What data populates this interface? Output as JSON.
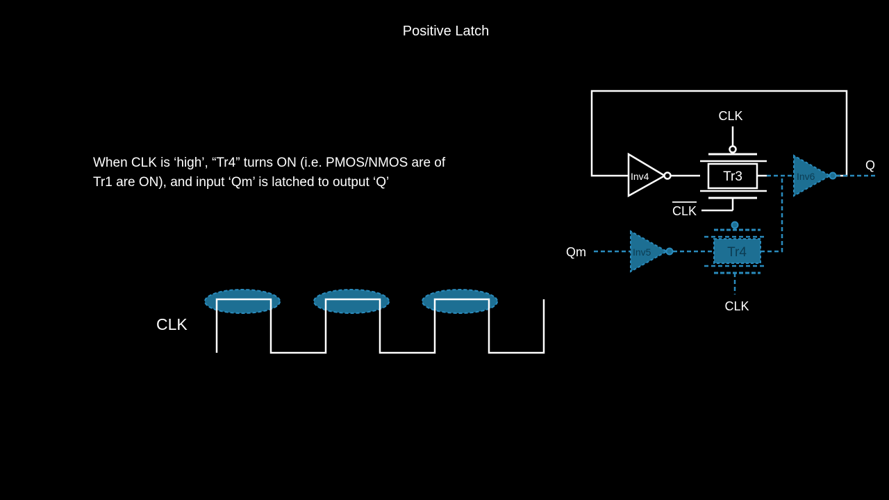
{
  "title": "Positive Latch",
  "description": {
    "line1": "When CLK is ‘high’, “Tr4” turns ON (i.e. PMOS/NMOS are of",
    "line2": "Tr1 are ON), and input ‘Qm’ is latched to output ‘Q’"
  },
  "waveform": {
    "label": "CLK"
  },
  "circuit": {
    "inv4": "Inv4",
    "inv5": "Inv5",
    "inv6": "Inv6",
    "tr3": "Tr3",
    "tr4": "Tr4",
    "tr3_gate_top": "CLK",
    "tr3_gate_bottom": "CLK",
    "tr4_gate_bottom": "CLK",
    "input": "Qm",
    "output": "Q"
  },
  "colors": {
    "background": "#000000",
    "wire": "#ffffff",
    "active": "#1d6f93",
    "active_line": "#2a8bbd"
  }
}
